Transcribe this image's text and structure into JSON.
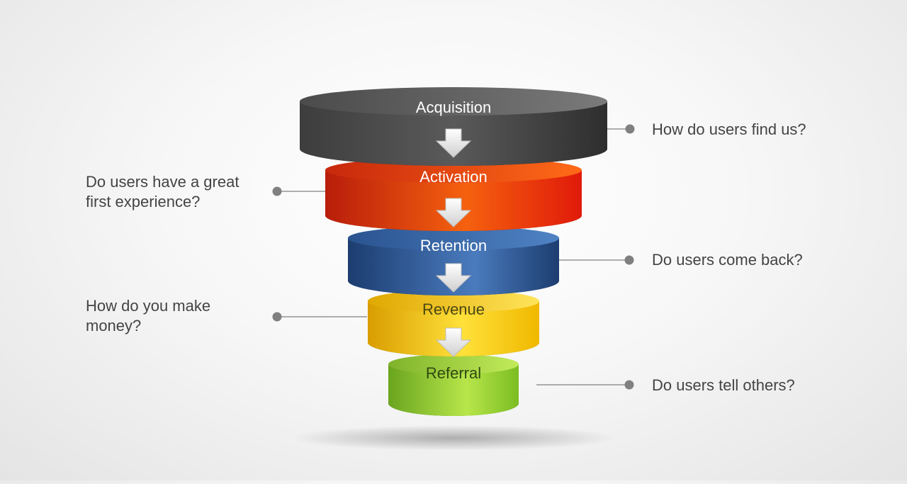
{
  "stages": [
    {
      "label": "Acquisition",
      "question": "How do users find us?",
      "side": "right",
      "color": "#555555"
    },
    {
      "label": "Activation",
      "question": "Do users have a great\nfirst experience?",
      "side": "left",
      "color": "#e8320c"
    },
    {
      "label": "Retention",
      "question": "Do users come back?",
      "side": "right",
      "color": "#2f5fa0"
    },
    {
      "label": "Revenue",
      "question": "How do you make\nmoney?",
      "side": "left",
      "color": "#f2c500"
    },
    {
      "label": "Referral",
      "question": "Do users tell others?",
      "side": "right",
      "color": "#8cc63f"
    }
  ],
  "connector_color": "#808080",
  "label_color": "#444444",
  "arrow_icon": "down-arrow-icon"
}
